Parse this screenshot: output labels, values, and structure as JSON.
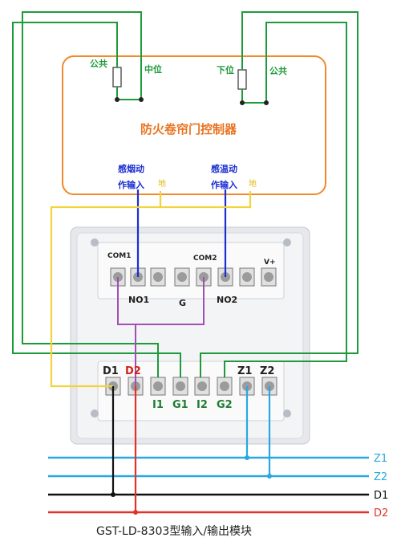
{
  "controller": {
    "title": "防火卷帘门控制器",
    "left_common": "公共",
    "left_mid": "中位",
    "right_down": "下位",
    "right_common": "公共",
    "smoke_line1": "感烟动",
    "smoke_line2": "作输入",
    "heat_line1": "感温动",
    "heat_line2": "作输入",
    "smoke_tag": "地",
    "heat_tag": "地"
  },
  "module": {
    "top_labels": {
      "com1": "COM1",
      "com2": "COM2",
      "vplus": "V+",
      "no1": "NO1",
      "g": "G",
      "no2": "NO2"
    },
    "bottom_labels": [
      "D1",
      "D2",
      "I1",
      "G1",
      "I2",
      "G2",
      "Z1",
      "Z2"
    ],
    "caption": "GST-LD-8303型输入/输出模块"
  },
  "bus": [
    {
      "label": "Z1",
      "color": "#2aa7e0"
    },
    {
      "label": "Z2",
      "color": "#2aa7e0"
    },
    {
      "label": "D1",
      "color": "#111111"
    },
    {
      "label": "D2",
      "color": "#e0322b"
    }
  ],
  "colors": {
    "green": "#1f9a3a",
    "blue": "#1b2fd1",
    "yellow": "#f2d33b",
    "purple": "#a24fb3",
    "orange": "#f08a2c"
  }
}
